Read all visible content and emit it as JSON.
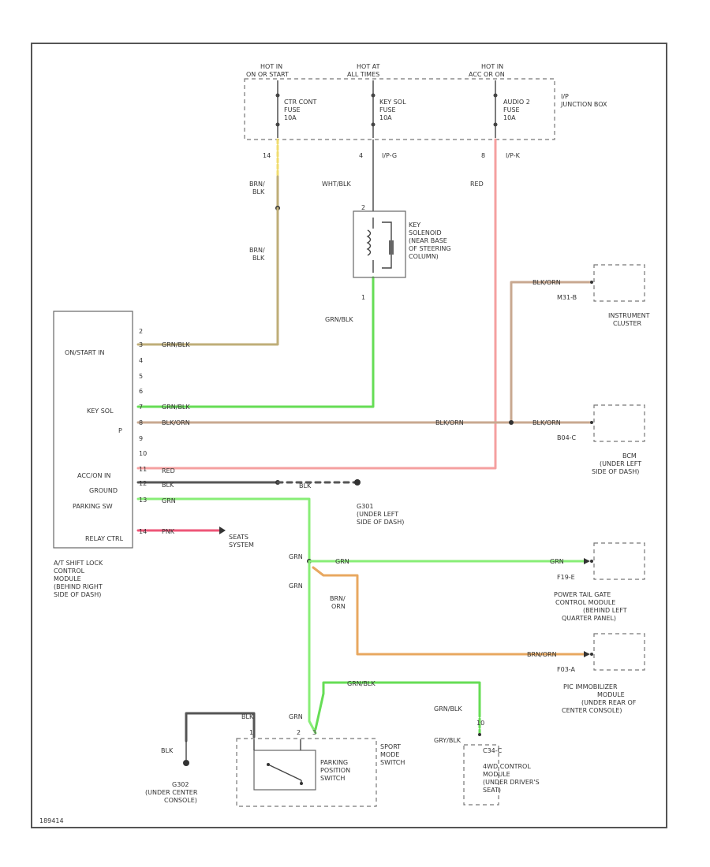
{
  "colors": {
    "frame": "#555555",
    "wire_grn_blk": "#66dd55",
    "wire_brn_blk": "#bfae78",
    "wire_red": "#f5a0a0",
    "wire_blk_orn": "#c8a890",
    "wire_blk": "#555555",
    "wire_pink": "#ee5577",
    "wire_grn": "#88ee77",
    "wire_brn_orn": "#e8a860",
    "wire_yel": "#f0dc70"
  },
  "junction_box": {
    "label_line1": "I/P",
    "label_line2": "JUNCTION BOX",
    "fuses": [
      {
        "hot_line1": "HOT IN",
        "hot_line2": "ON OR START",
        "name_line1": "CTR CONT",
        "name_line2": "FUSE",
        "rating": "10A",
        "pin": "14"
      },
      {
        "hot_line1": "HOT AT",
        "hot_line2": "ALL TIMES",
        "name_line1": "KEY SOL",
        "name_line2": "FUSE",
        "rating": "10A",
        "pin": "4",
        "connector": "I/P-G"
      },
      {
        "hot_line1": "HOT IN",
        "hot_line2": "ACC OR ON",
        "name_line1": "AUDIO 2",
        "name_line2": "FUSE",
        "rating": "10A",
        "pin": "8",
        "connector": "I/P-K"
      }
    ]
  },
  "wire_labels": {
    "brn_blk_a1": "BRN/",
    "brn_blk_a2": "BLK",
    "brn_blk_b1": "BRN/",
    "brn_blk_b2": "BLK",
    "wht_blk": "WHT/BLK",
    "red": "RED",
    "grn_blk_v": "GRN/BLK",
    "grn_blk_h1": "GRN/BLK",
    "grn_blk_h2": "GRN/BLK",
    "blk_orn_1": "BLK/ORN",
    "blk_orn_2": "BLK/ORN",
    "blk_orn_3": "BLK/ORN",
    "blk_orn_4": "BLK/ORN",
    "red_m": "RED",
    "blk_m": "BLK",
    "blk_g": "BLK",
    "grn_m": "GRN",
    "pnk": "PNK",
    "grn_s1": "GRN",
    "grn_s2": "GRN",
    "grn_r1": "GRN",
    "grn_r2": "GRN",
    "brn_orn_v1": "BRN/",
    "brn_orn_v2": "ORN",
    "brn_orn_h": "BRN/ORN",
    "grn_low": "GRN",
    "blk_sw": "BLK",
    "grn_blk_low": "GRN/BLK",
    "grn_blk_dash": "GRN/BLK",
    "gry_blk": "GRY/BLK",
    "blk_g302": "BLK"
  },
  "key_solenoid": {
    "lines": [
      "KEY",
      "SOLENOID",
      "(NEAR BASE",
      "OF STEERING",
      "COLUMN)"
    ],
    "pin_top": "2",
    "pin_bottom": "1"
  },
  "module": {
    "pins": [
      "2",
      "3",
      "4",
      "5",
      "6",
      "7",
      "8",
      "9",
      "10",
      "11",
      "12",
      "13",
      "14"
    ],
    "labels": {
      "on_start": "ON/START IN",
      "key_sol": "KEY SOL",
      "p": "P",
      "acc_on": "ACC/ON IN",
      "ground": "GROUND",
      "parking": "PARKING SW",
      "relay": "RELAY CTRL"
    },
    "caption": [
      "A/T SHIFT LOCK",
      "CONTROL",
      "MODULE",
      "(BEHIND RIGHT",
      "SIDE OF DASH)"
    ]
  },
  "instrument_cluster": {
    "connector": "M31-B",
    "lines": [
      "INSTRUMENT",
      "CLUSTER"
    ]
  },
  "bcm": {
    "connector": "B04-C",
    "lines": [
      "BCM",
      "(UNDER LEFT",
      "SIDE OF DASH)"
    ]
  },
  "ground_g301": {
    "lines": [
      "G301",
      "(UNDER LEFT",
      "SIDE OF DASH)"
    ]
  },
  "seats": {
    "lines": [
      "SEATS",
      "SYSTEM"
    ]
  },
  "power_tailgate": {
    "connector": "F19-E",
    "lines": [
      "POWER TAIL GATE",
      "CONTROL MODULE",
      "(BEHIND LEFT",
      "QUARTER PANEL)"
    ]
  },
  "immobilizer": {
    "connector": "F03-A",
    "lines": [
      "PIC IMMOBILIZER",
      "MODULE",
      "(UNDER REAR OF",
      "CENTER CONSOLE)"
    ]
  },
  "g302": {
    "lines": [
      "G302",
      "(UNDER CENTER",
      "CONSOLE)"
    ]
  },
  "switch": {
    "pins": [
      "1",
      "2",
      "3"
    ],
    "lines": [
      "PARKING",
      "POSITION",
      "SWITCH"
    ],
    "side_lines": [
      "SPORT",
      "MODE",
      "SWITCH"
    ]
  },
  "e4wd": {
    "connector": "C34-C",
    "pin": "10",
    "lines": [
      "4WD CONTROL",
      "MODULE",
      "(UNDER DRIVER'S",
      "SEAT)"
    ]
  },
  "figure_id": "189414"
}
